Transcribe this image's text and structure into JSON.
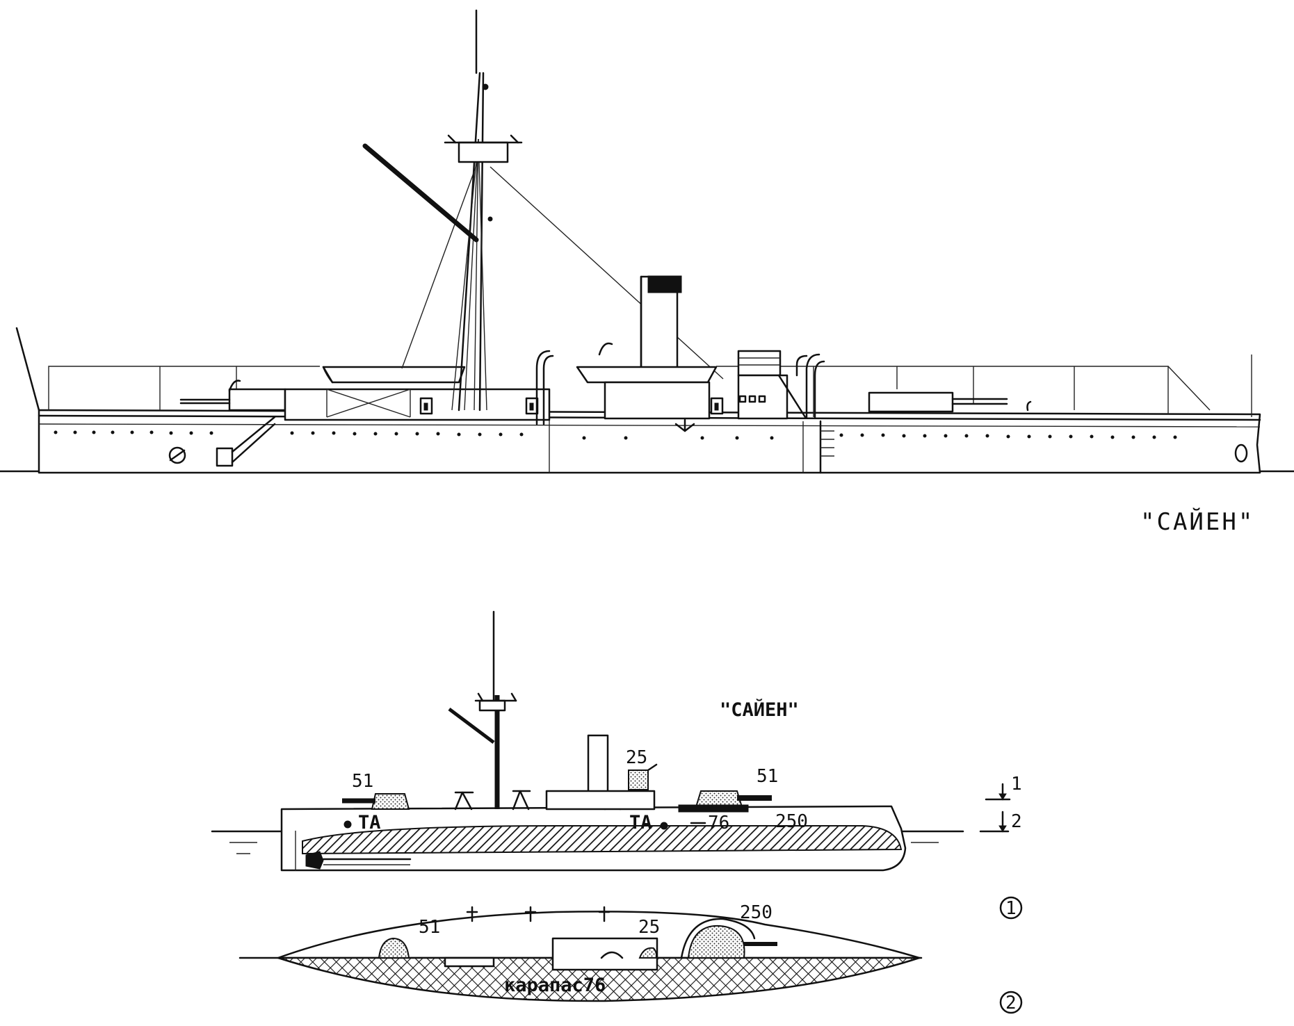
{
  "drawing": {
    "side_view_title": "\"САЙЕН\"",
    "armor_scheme_title": "\"САЙЕН\"",
    "armor_profile_labels": {
      "fwd_gun_armor": "51",
      "conning_tower_armor": "25",
      "aft_gun_armor": "51",
      "torpedo_fwd": "TA",
      "torpedo_aft": "TA",
      "casemate_armor": "76",
      "belt_armor": "250"
    },
    "armor_plan_labels": {
      "fwd_gun_armor": "51",
      "conning_tower_armor": "25",
      "barbette_armor": "250",
      "deck_armor": "карапас76"
    },
    "section_levels": {
      "level_1": "1",
      "level_2": "2"
    },
    "section_markers": {
      "marker_1": "1",
      "marker_2": "2"
    }
  }
}
